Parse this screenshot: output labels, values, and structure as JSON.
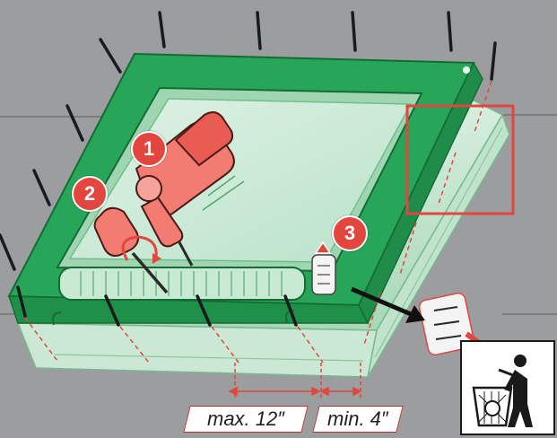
{
  "steps": [
    {
      "number": "1",
      "tool": "power drill"
    },
    {
      "number": "2",
      "tool": "screwdriver"
    },
    {
      "number": "3",
      "action": "remove transport brackets"
    }
  ],
  "dimensions": {
    "max_spacing": "max. 12″",
    "min_spacing": "min. 4″"
  },
  "icons": {
    "disposal": "trash-bin-recycling-icon"
  },
  "colors": {
    "frame_green": "#27a659",
    "accent_red": "#e2463f",
    "background": "#9b9d9f"
  }
}
